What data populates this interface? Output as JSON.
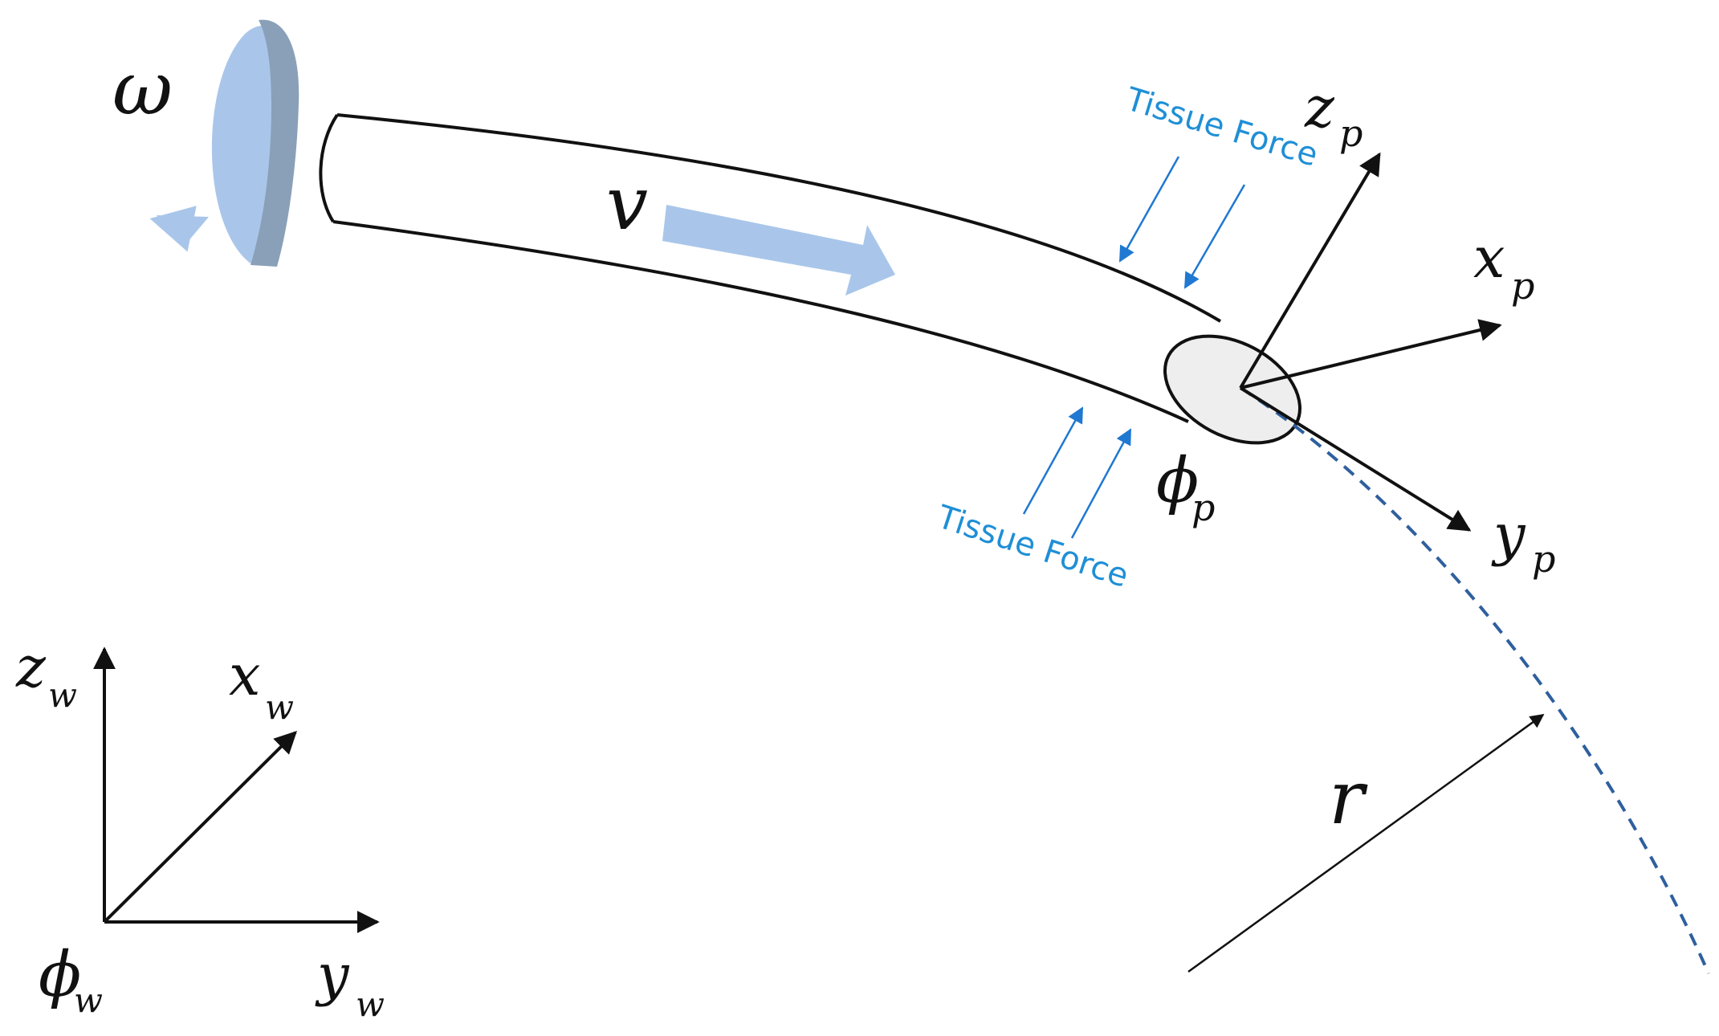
{
  "labels": {
    "omega": "ω",
    "velocity": "v",
    "tissue_force_top": "Tissue Force",
    "tissue_force_bottom": "Tissue Force",
    "zp_main": "z",
    "zp_sub": "p",
    "xp_main": "x",
    "xp_sub": "p",
    "yp_main": "y",
    "yp_sub": "p",
    "phip_main": "ϕ",
    "phip_sub": "p",
    "r": "r",
    "zw_main": "z",
    "zw_sub": "w",
    "xw_main": "x",
    "xw_sub": "w",
    "yw_main": "y",
    "yw_sub": "w",
    "phiw_main": "ϕ",
    "phiw_sub": "w"
  },
  "colors": {
    "line": "#111111",
    "force": "#1f78d1",
    "force_text": "#1f8fd6",
    "motion_arrow": "#a9c6ea",
    "rotation_edge": "#8aa0b8",
    "tip_fill": "#eeeeee",
    "trajectory": "#2f5f9e"
  }
}
